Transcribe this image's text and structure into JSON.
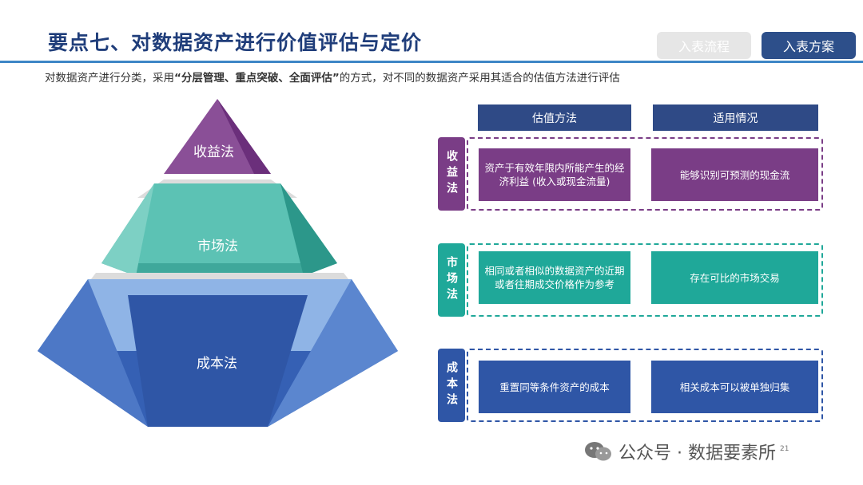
{
  "title": "要点七、对数据资产进行价值评估与定价",
  "buttons": {
    "flow": "入表流程",
    "plan": "入表方案"
  },
  "subtitle": {
    "prefix": "对数据资产进行分类，采用",
    "emphasis": "“分层管理、重点突破、全面评估”",
    "suffix": "的方式，对不同的数据资产采用其适合的估值方法进行评估"
  },
  "pyramid": {
    "top": "收益法",
    "middle": "市场法",
    "bottom": "成本法"
  },
  "table": {
    "headers": [
      "估值方法",
      "适用情况"
    ],
    "rows": [
      {
        "label": "收益法",
        "method": "资产于有效年限内所能产生的经济利益 (收入或现金流量)",
        "scope": "能够识别可预测的现金流",
        "color": "#7a3d86"
      },
      {
        "label": "市场法",
        "method": "相同或者相似的数据资产的近期或者往期成交价格作为参考",
        "scope": "存在可比的市场交易",
        "color": "#1fa899"
      },
      {
        "label": "成本法",
        "method": "重置同等条件资产的成本",
        "scope": "相关成本可以被单独归集",
        "color": "#2f56a6"
      }
    ]
  },
  "watermark": "公众号 · 数据要素所",
  "page_number": "21"
}
